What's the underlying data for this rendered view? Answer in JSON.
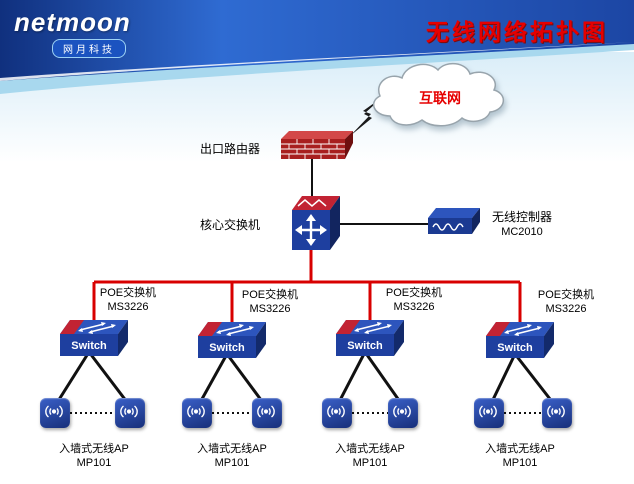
{
  "header": {
    "logo_main": "netmoon",
    "logo_sub": "网月科技",
    "title": "无线网络拓扑图"
  },
  "internet_label": "互联网",
  "router_label": "出口路由器",
  "core_switch_label": "核心交换机",
  "controller": {
    "label": "无线控制器",
    "model": "MC2010"
  },
  "switch_face_text": "Switch",
  "poe_switches": [
    {
      "label": "POE交换机",
      "model": "MS3226"
    },
    {
      "label": "POE交换机",
      "model": "MS3226"
    },
    {
      "label": "POE交换机",
      "model": "MS3226"
    },
    {
      "label": "POE交换机",
      "model": "MS3226"
    }
  ],
  "ap_groups": [
    {
      "label": "入墙式无线AP",
      "model": "MP101"
    },
    {
      "label": "入墙式无线AP",
      "model": "MP101"
    },
    {
      "label": "入墙式无线AP",
      "model": "MP101"
    },
    {
      "label": "入墙式无线AP",
      "model": "MP101"
    }
  ],
  "colors": {
    "title_red": "#e60000",
    "line_red": "#d80000",
    "line_black": "#111111",
    "header_blue": "#14368c"
  }
}
